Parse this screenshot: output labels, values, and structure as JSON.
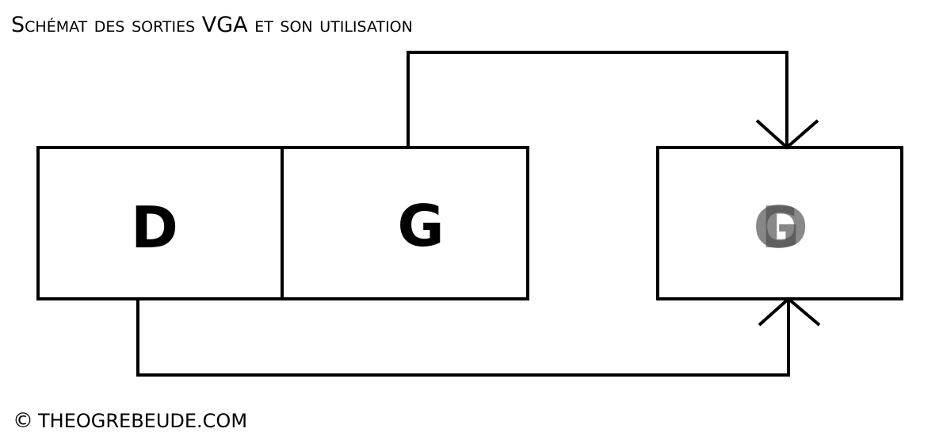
{
  "title": "Schémat des sorties VGA et son utilisation",
  "boxes": {
    "left_d": "D",
    "left_g": "G",
    "right_back": "G",
    "right_front": "D"
  },
  "footer": {
    "copyright_symbol": "©",
    "text": "THEOGREBEUDE.COM"
  },
  "colors": {
    "stroke": "#000000",
    "overlay_letter_back": "#7a7a7a",
    "overlay_letter_front": "#4a4a4a"
  }
}
